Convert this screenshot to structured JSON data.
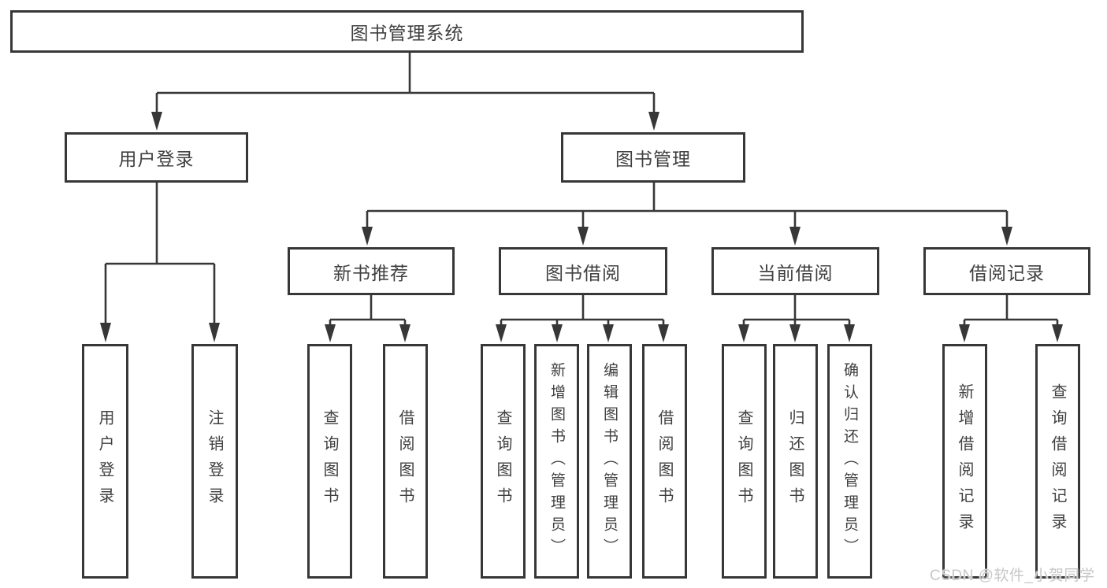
{
  "diagram": {
    "title": "图书管理系统",
    "branches": {
      "user_login": {
        "label": "用户登录",
        "children": {
          "login": "用户登录",
          "logout": "注销登录"
        }
      },
      "book_mgmt": {
        "label": "图书管理",
        "children": {
          "new_book_rec": {
            "label": "新书推荐",
            "children": {
              "query": "查询图书",
              "borrow": "借阅图书"
            }
          },
          "book_borrow": {
            "label": "图书借阅",
            "children": {
              "query": "查询图书",
              "add": "新增图书（管理员）",
              "edit": "编辑图书（管理员）",
              "borrow": "借阅图书"
            }
          },
          "current_borrow": {
            "label": "当前借阅",
            "children": {
              "query": "查询图书",
              "return": "归还图书",
              "confirm": "确认归还（管理员）"
            }
          },
          "borrow_records": {
            "label": "借阅记录",
            "children": {
              "add": "新增借阅记录",
              "query": "查询借阅记录"
            }
          }
        }
      }
    }
  },
  "watermark": {
    "text": "CSDN @软件_小贺同学"
  },
  "colors": {
    "line": "#373737",
    "box_border": "#373737",
    "text": "#404040",
    "watermark": "#c7c7c7",
    "background": "#ffffff"
  }
}
